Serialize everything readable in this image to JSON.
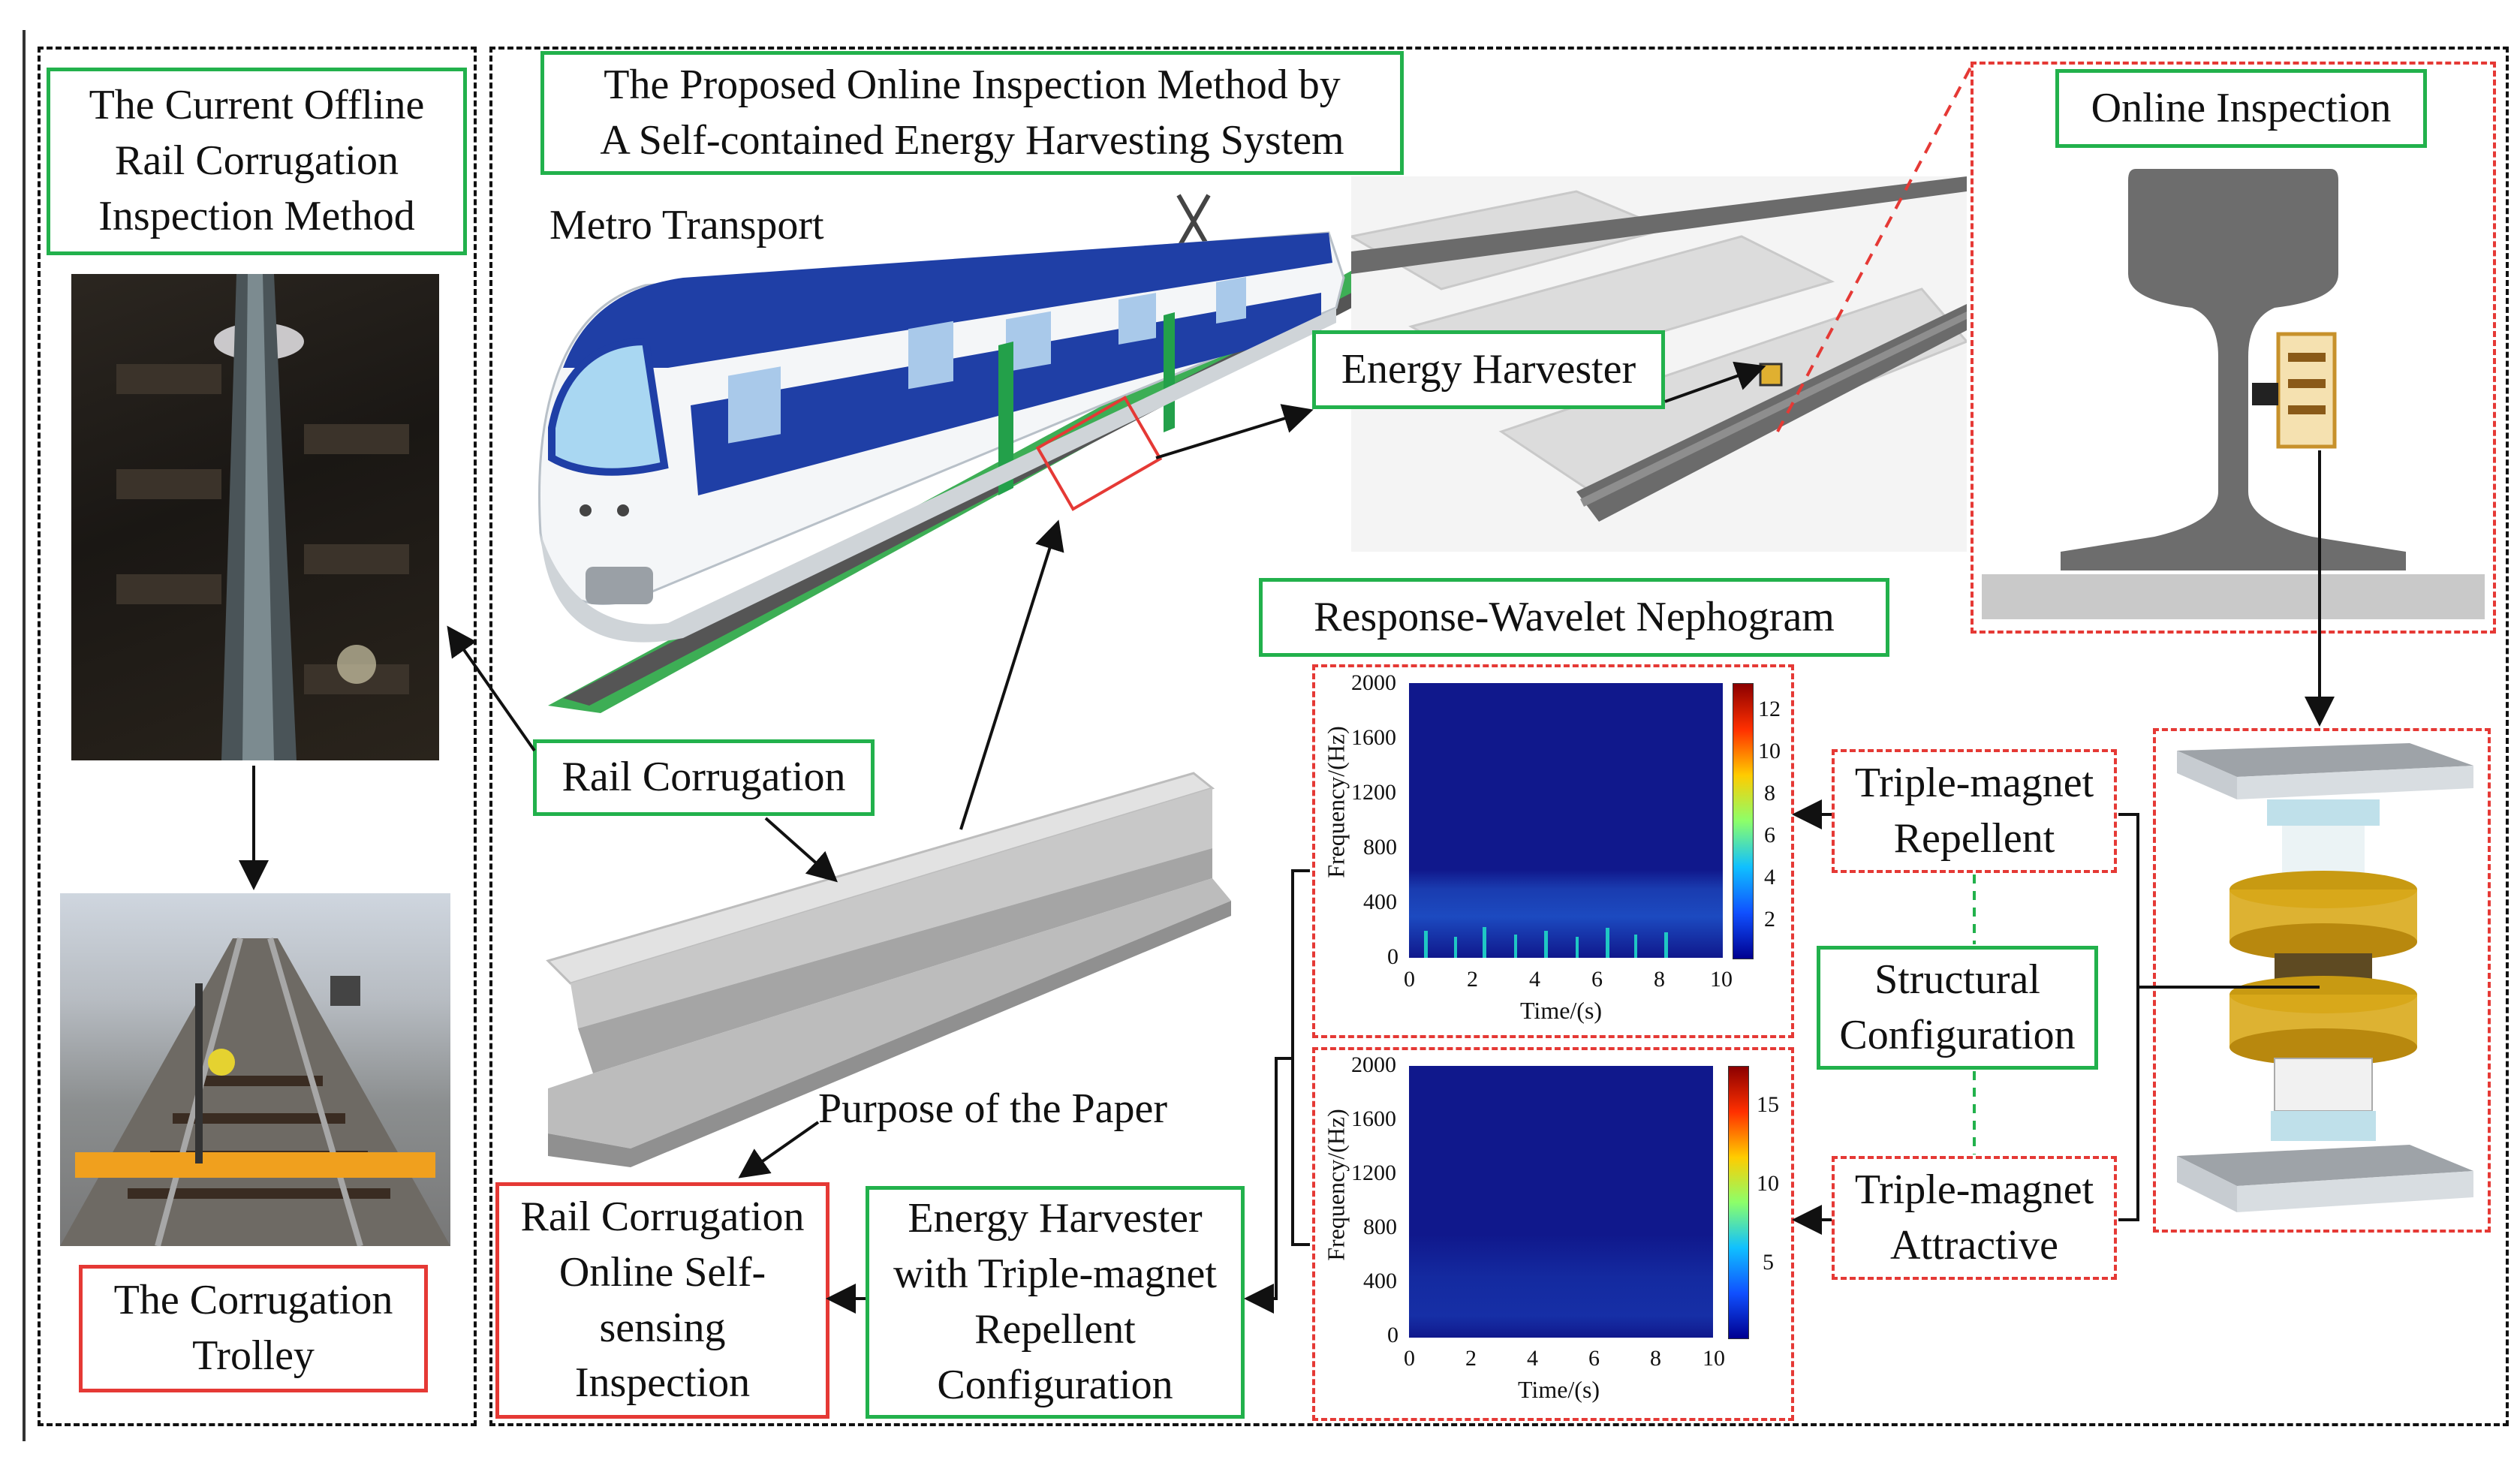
{
  "left_panel": {
    "title": "The Current Offline\nRail Corrugation\nInspection Method",
    "trolley_label": "The Corrugation\nTrolley"
  },
  "main_panel": {
    "title": "The Proposed Online Inspection Method by\nA Self-contained Energy Harvesting System",
    "metro_label": "Metro Transport",
    "energy_harvester_label": "Energy Harvester",
    "online_inspection_label": "Online Inspection",
    "rail_corrugation_label": "Rail Corrugation",
    "purpose_label": "Purpose of the Paper",
    "result_label": "Rail Corrugation\nOnline Self-\nsensing\nInspection",
    "harvester_config_label": "Energy Harvester\nwith Triple-magnet\nRepellent\nConfiguration",
    "nephogram_title": "Response-Wavelet Nephogram",
    "repellent_label": "Triple-magnet\nRepellent",
    "structural_label": "Structural\nConfiguration",
    "attractive_label": "Triple-magnet\nAttractive"
  },
  "plots": [
    {
      "ylabel": "Frequency/(Hz)",
      "xlabel": "Time/(s)",
      "yticks": [
        "2000",
        "1600",
        "1200",
        "800",
        "400",
        "0"
      ],
      "xticks": [
        "0",
        "2",
        "4",
        "6",
        "8",
        "10"
      ],
      "cbar_ticks": [
        "12",
        "10",
        "8",
        "6",
        "4",
        "2"
      ]
    },
    {
      "ylabel": "Frequency/(Hz)",
      "xlabel": "Time/(s)",
      "yticks": [
        "2000",
        "1600",
        "1200",
        "800",
        "400",
        "0"
      ],
      "xticks": [
        "0",
        "2",
        "4",
        "6",
        "8",
        "10"
      ],
      "cbar_ticks": [
        "15",
        "10",
        "5"
      ]
    }
  ],
  "colors": {
    "green_box": "#22b14c",
    "red_box": "#e53935",
    "heatmap_bg": "#10188c"
  }
}
